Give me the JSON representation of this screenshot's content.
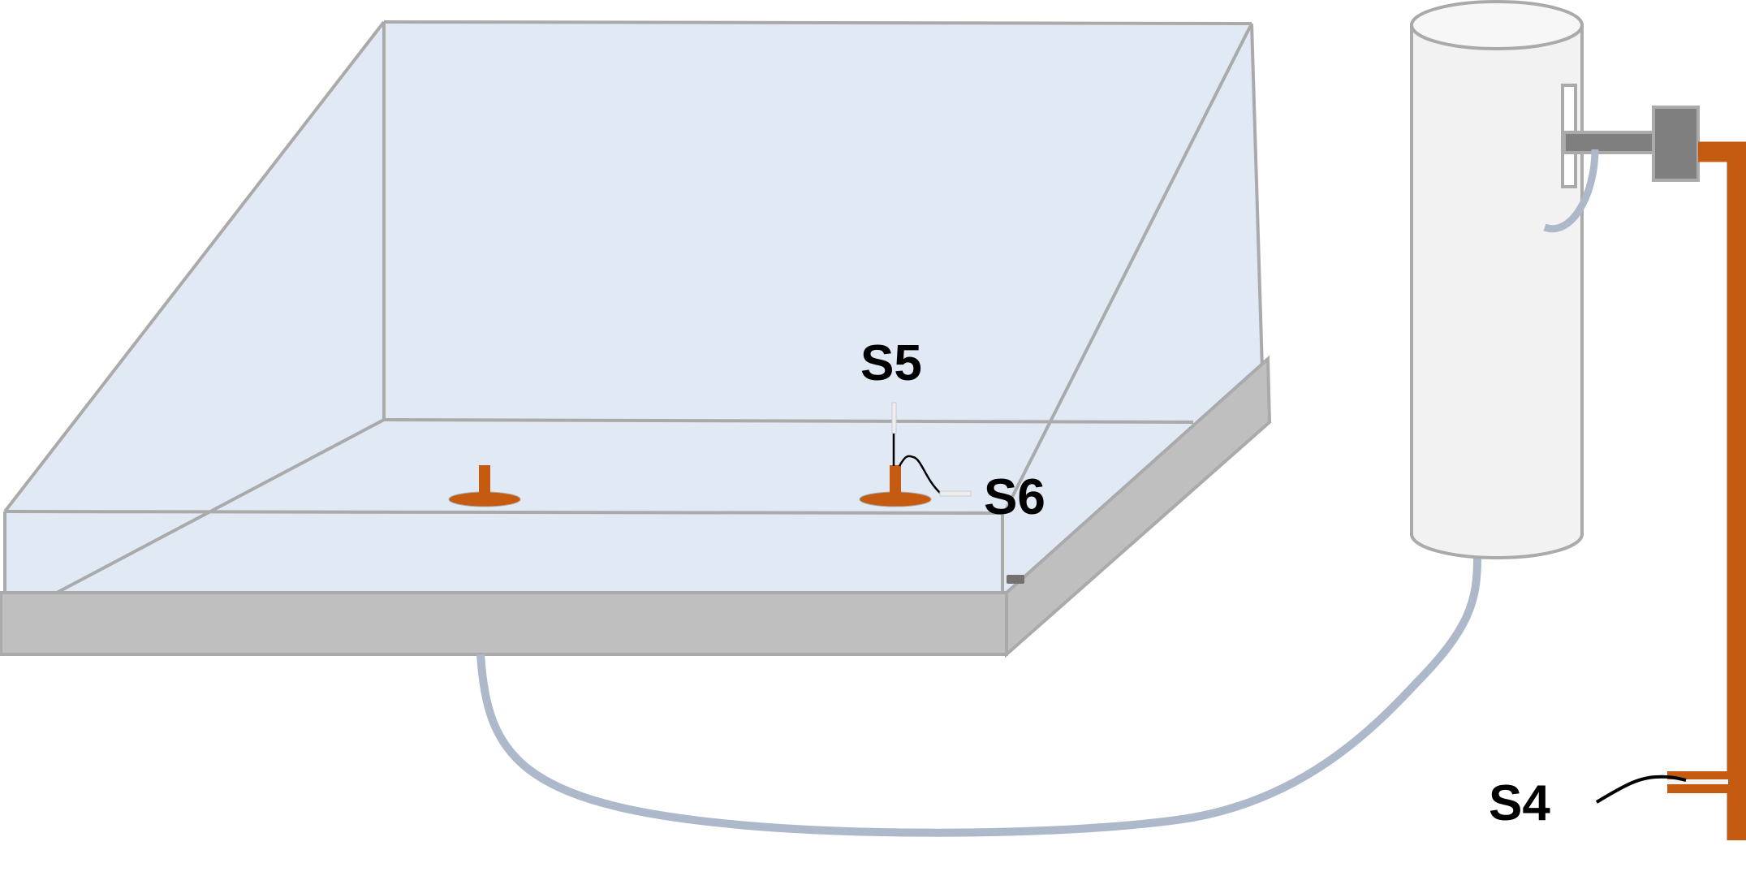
{
  "labels": {
    "s5": "S5",
    "s6": "S6",
    "s4": "S4"
  },
  "colors": {
    "water": "#e1e9f5",
    "outline": "#aaaaaa",
    "base": "#bfbfbf",
    "sensor": "#c55a11",
    "tube": "#adb9ca",
    "reservoir": "#f2f2f2",
    "pump": "#7f7f7f"
  }
}
